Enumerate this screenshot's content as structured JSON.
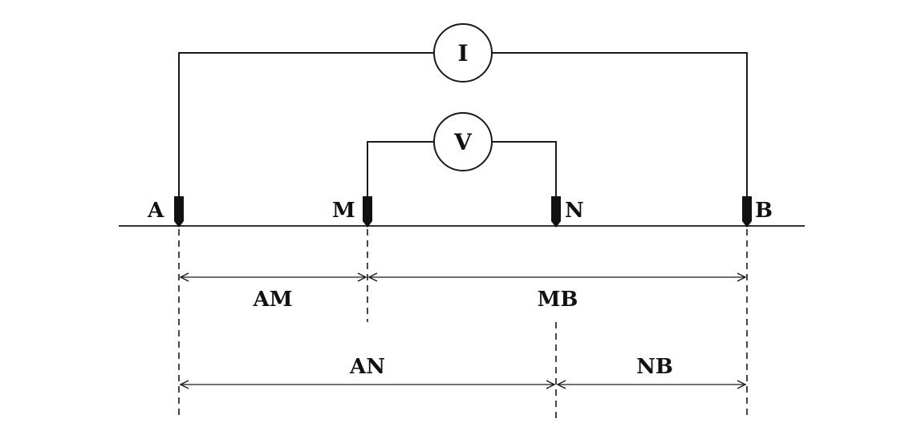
{
  "meters": {
    "current": "I",
    "voltage": "V"
  },
  "electrodes": {
    "a": "A",
    "m": "M",
    "n": "N",
    "b": "B"
  },
  "distances": {
    "am": "AM",
    "mb": "MB",
    "an": "AN",
    "nb": "NB"
  }
}
